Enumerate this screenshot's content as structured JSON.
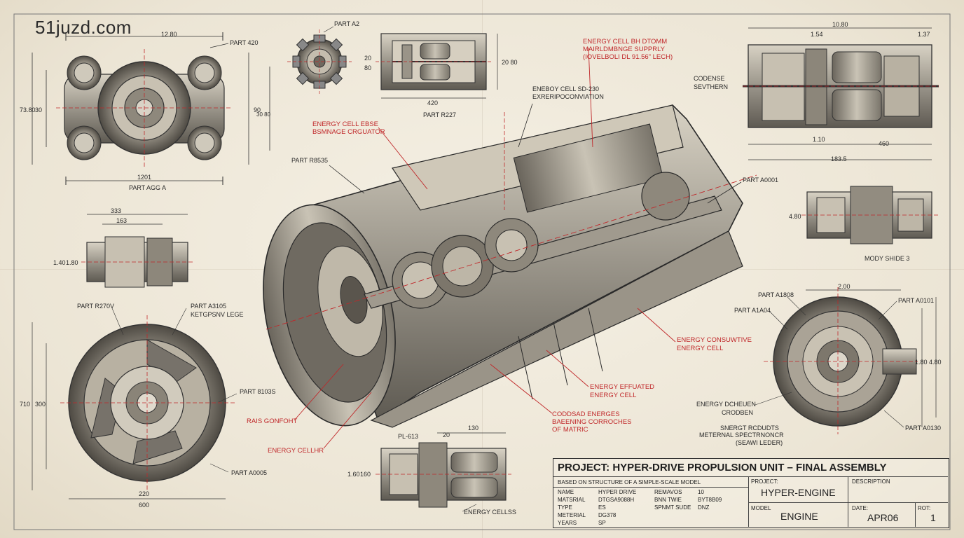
{
  "watermark": "51juzd.com",
  "views": {
    "top_left": {
      "dims": [
        "12.80",
        "73.80",
        "30",
        "90",
        "30 80",
        "1201"
      ],
      "part": "PART 420",
      "caption": "PART AGG A"
    },
    "top_small": {
      "part": "PART A2",
      "dims": [
        "20",
        "80"
      ]
    },
    "top_mid": {
      "dims": [
        "420",
        "20 80"
      ],
      "caption": "PART R227"
    },
    "top_right": {
      "dims": [
        "10.80",
        "1.54",
        "1.37",
        "1.10",
        "460",
        "183.5"
      ],
      "label_lines": [
        "CODENSE",
        "SEVTHERN"
      ]
    },
    "right_mid": {
      "dims": [
        "4.80"
      ],
      "caption": "MODY SHIDE 3"
    },
    "left_mid": {
      "dims": [
        "333",
        "163",
        "1.40",
        "1.80"
      ]
    },
    "left_bottom": {
      "dims": [
        "710",
        "300",
        "220",
        "600"
      ],
      "parts": [
        "PART R270V",
        "PART A3105",
        "PART 8103S",
        "PART A0005"
      ],
      "sub": "KETGPSNV LEGE"
    },
    "bottom_mid": {
      "dims": [
        "130",
        "20",
        "1.60",
        "160"
      ],
      "part": "PL-613",
      "caption": "ENERGY CELLSS"
    },
    "right_bottom": {
      "dims": [
        "2.00",
        "1.80",
        "4.80"
      ],
      "parts": [
        "PART A1808",
        "PART A1A04",
        "PART A0101",
        "PART A0130"
      ],
      "notes": [
        "ENERGY DCHEUEN",
        "CRODBEN",
        "SNERGT RCDUDTS",
        "METERNAL SPECTRNONCR",
        "(SEAWI LEDER)"
      ]
    }
  },
  "callouts": {
    "energy_cell_top": [
      "ENERGY CELL BH DTOMM",
      "MAIRLDMBNGE SUPPRLY",
      "(IOVELBOLI DL 91.56\" LECH)"
    ],
    "energy_body": [
      "ENEBOY CELL SD-230",
      "EXRERIPOCONVIATION"
    ],
    "energy_base": [
      "ENERGY CELL EBSE",
      "BSMNAGE CRGUATOR"
    ],
    "part_r8535": "PART R8535",
    "part_a0001": "PART A0001",
    "consumptive": [
      "ENERGY CONSUWTIVE",
      "ENERGY CELL"
    ],
    "efflated": [
      "ENERGY EFFUATED",
      "ENERGY CELL"
    ],
    "coded": [
      "CODDSAD ENERGES",
      "BAEENING CORROCHES",
      "OF MATRIC"
    ],
    "rais": "RAIS GONFOHT",
    "cellhr": "ENERGY CELLHR"
  },
  "titleblock": {
    "title": "PROJECT: HYPER-DRIVE PROPULSION UNIT – FINAL ASSEMBLY",
    "based": "BASED ON STRUCTURE OF A SIMPLE-SCALE MODEL",
    "rows": [
      [
        "NAME",
        "HYPER DRIVE",
        "REMAVOS",
        "10"
      ],
      [
        "MATSRIAL",
        "DTGSA9088H",
        "BNN TWIE",
        "BYT8B09"
      ],
      [
        "TYPE",
        "ES",
        "SPNMT SUDE",
        "DNZ"
      ],
      [
        "METERIAL",
        "DG378",
        "",
        ""
      ],
      [
        "YEARS",
        "SP",
        "",
        ""
      ]
    ],
    "project_label": "PROJECT:",
    "project_value": "HYPER-ENGINE",
    "description_label": "DESCRIPTION",
    "model_label": "MODEL",
    "model_value": "ENGINE",
    "date_label": "DATE:",
    "date_value": "APR06",
    "rot_label": "ROT:",
    "rot_value": "1"
  },
  "colors": {
    "ink": "#2a2a2a",
    "red": "#c0282a",
    "paper": "#efe9dc"
  }
}
